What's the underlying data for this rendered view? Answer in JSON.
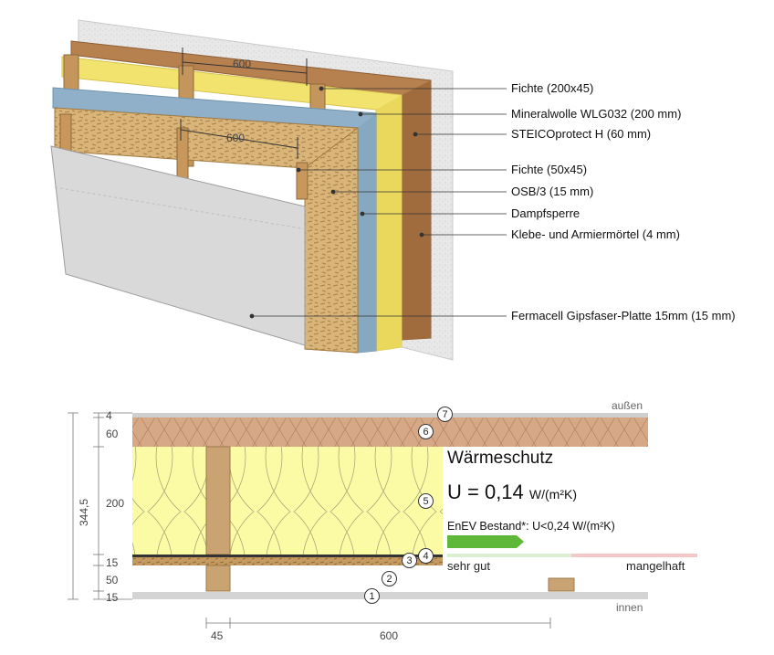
{
  "iso_view": {
    "dim_top": "600",
    "dim_bottom": "600",
    "labels": [
      "Fichte (200x45)",
      "Mineralwolle WLG032 (200 mm)",
      "STEICOprotect H (60 mm)",
      "Fichte (50x45)",
      "OSB/3 (15 mm)",
      "Dampfsperre",
      "Klebe- und Armiermörtel (4 mm)",
      "Fermacell Gipsfaser-Platte 15mm (15 mm)"
    ]
  },
  "section": {
    "outside_label": "außen",
    "inside_label": "innen",
    "total_thickness": "344,5",
    "layer_thicknesses": [
      "4",
      "60",
      "200",
      "15",
      "50",
      "15"
    ],
    "bottom_dims": [
      "45",
      "600"
    ],
    "markers": [
      "1",
      "2",
      "3",
      "4",
      "5",
      "6",
      "7"
    ]
  },
  "performance": {
    "title": "Wärmeschutz",
    "u_prefix": "U = 0,14",
    "u_unit": "W/(m²K)",
    "enev_text": "EnEV Bestand*: U<0,24 W/(m²K)",
    "scale_good": "sehr gut",
    "scale_bad": "mangelhaft",
    "colors": {
      "good": "#5fb83a",
      "bad": "#e56b6b"
    }
  }
}
